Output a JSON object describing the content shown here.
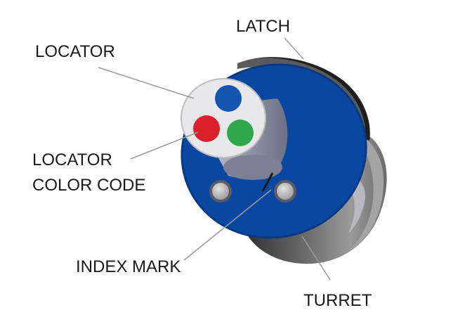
{
  "labels": {
    "latch": "LATCH",
    "locator": "LOCATOR",
    "locator_color_code_line1": "LOCATOR",
    "locator_color_code_line2": "COLOR CODE",
    "index_mark": "INDEX MARK",
    "turret": "TURRET"
  },
  "colors": {
    "body_blue": "#0a47a0",
    "latch_gray": "#5a5a5a",
    "turret_gray": "#8a8a8a",
    "locator_face": "#e8e8ea",
    "dot_blue": "#1256b0",
    "dot_red": "#d9202b",
    "dot_green": "#2ea84a",
    "leader_line": "#9a9a9a"
  }
}
